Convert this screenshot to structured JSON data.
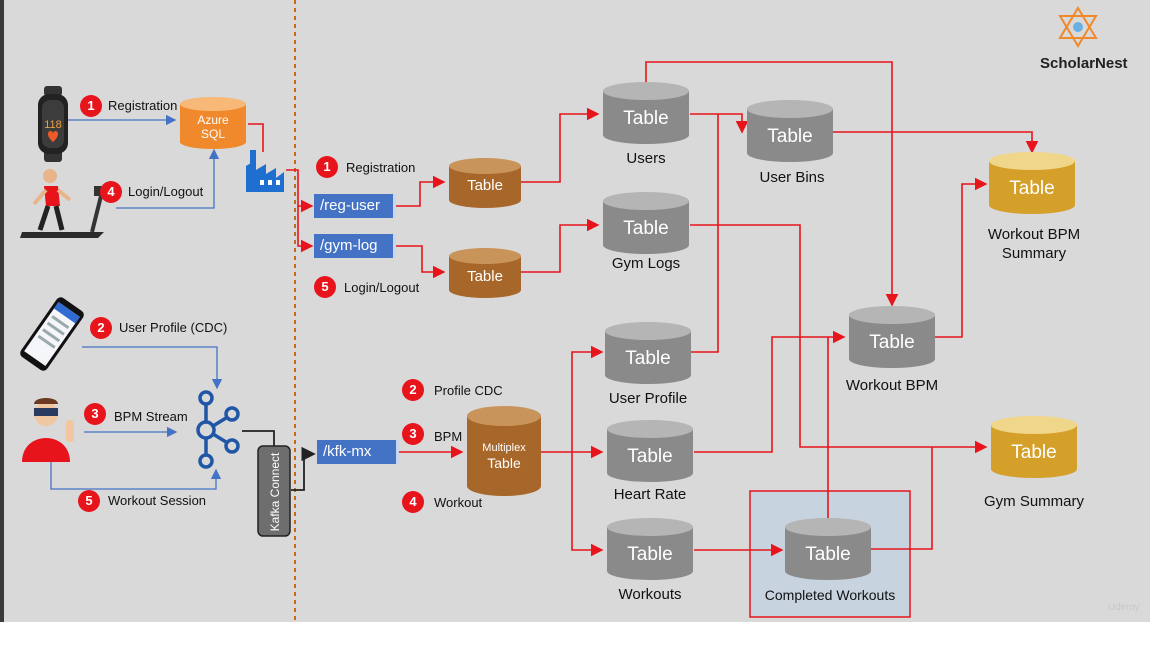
{
  "brand": {
    "name": "ScholarNest",
    "watermark": "Udemy"
  },
  "colors": {
    "canvas": "#d9d9d9",
    "arrow_red": "#e8141c",
    "arrow_blue": "#4472c4",
    "badge_red": "#e8141c",
    "endpoint_blue": "#4472c4",
    "db_orange": "#f0882c",
    "bronze": "#a8672a",
    "silver": "#8a8a8a",
    "gold": "#d4a02a",
    "kafka_blue": "#1f56a6",
    "highlight_box": "#c7d3de"
  },
  "sources": {
    "registration": {
      "num": "1",
      "label": "Registration"
    },
    "login": {
      "num": "4",
      "label": "Login/Logout"
    },
    "user_profile": {
      "num": "2",
      "label": "User Profile (CDC)"
    },
    "bpm_stream": {
      "num": "3",
      "label": "BPM Stream"
    },
    "workout_session": {
      "num": "5",
      "label": "Workout Session"
    },
    "watch_reading": "118"
  },
  "azure_sql": {
    "line1": "Azure",
    "line2": "SQL"
  },
  "kafka_connect": "Kafka Connect",
  "ingest": {
    "reg_num": "1",
    "reg_label": "Registration",
    "login_num": "5",
    "login_label": "Login/Logout",
    "endpoints": {
      "reg_user": "/reg-user",
      "gym_log": "/gym-log",
      "kfk_mx": "/kfk-mx"
    },
    "profile_num": "2",
    "profile_label": "Profile CDC",
    "bpm_num": "3",
    "bpm_label": "BPM",
    "workout_num": "4",
    "workout_label": "Workout"
  },
  "tables": {
    "bronze_reg": {
      "label": "Table"
    },
    "bronze_gym": {
      "label": "Table"
    },
    "multiplex": {
      "line1": "Multiplex",
      "line2": "Table"
    },
    "users": {
      "label": "Table",
      "caption": "Users"
    },
    "gym_logs": {
      "label": "Table",
      "caption": "Gym Logs"
    },
    "user_profile": {
      "label": "Table",
      "caption": "User Profile"
    },
    "heart_rate": {
      "label": "Table",
      "caption": "Heart Rate"
    },
    "workouts": {
      "label": "Table",
      "caption": "Workouts"
    },
    "user_bins": {
      "label": "Table",
      "caption": "User Bins"
    },
    "workout_bpm": {
      "label": "Table",
      "caption": "Workout BPM"
    },
    "completed_workouts": {
      "label": "Table",
      "caption": "Completed Workouts"
    },
    "workout_bpm_summary": {
      "label": "Table",
      "caption_line1": "Workout BPM",
      "caption_line2": "Summary"
    },
    "gym_summary": {
      "label": "Table",
      "caption": "Gym Summary"
    }
  }
}
